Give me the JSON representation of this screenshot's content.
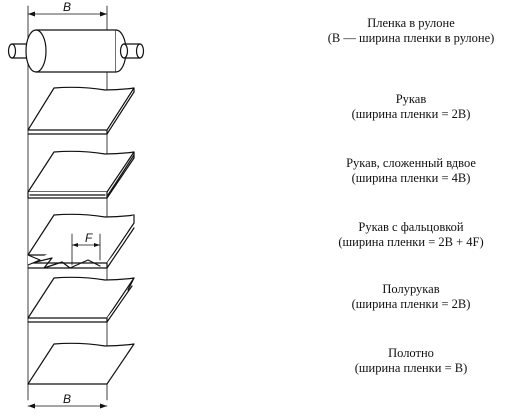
{
  "figure": {
    "dim_top": "B",
    "dim_bottom": "B",
    "dim_fold": "F",
    "line_color": "#111111",
    "fill_color": "#ffffff"
  },
  "captions": [
    {
      "line1": "Пленка в рулоне",
      "line2": "(B — ширина пленки в рулоне)"
    },
    {
      "line1": "Рукав",
      "line2": "(ширина пленки = 2B)"
    },
    {
      "line1": "Рукав, сложенный вдвое",
      "line2": "(ширина пленки = 4B)"
    },
    {
      "line1": "Рукав с фальцовкой",
      "line2": "(ширина пленки = 2B + 4F)"
    },
    {
      "line1": "Полурукав",
      "line2": "(ширина пленки = 2B)"
    },
    {
      "line1": "Полотно",
      "line2": "(ширина пленки = B)"
    }
  ]
}
